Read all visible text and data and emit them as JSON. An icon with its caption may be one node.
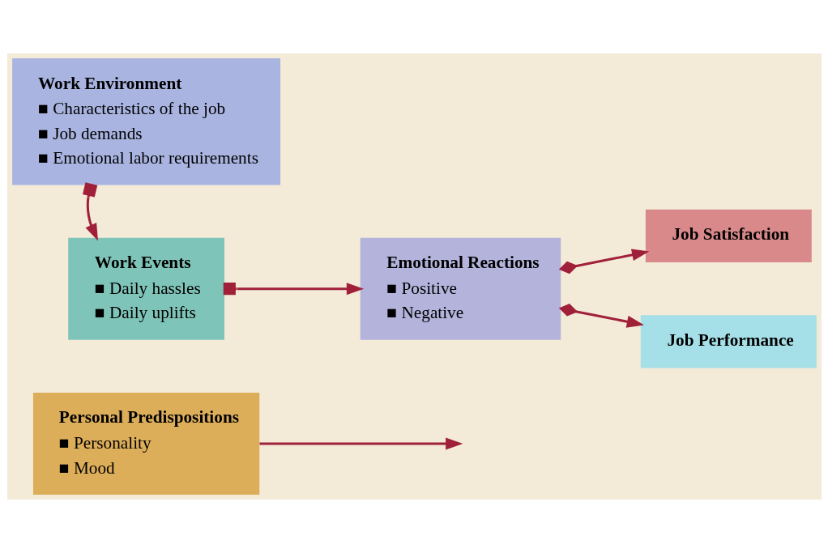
{
  "diagram": {
    "nodes": [
      {
        "text": [
          "Work Environment",
          "■ Characteristics of the job",
          "■ Job demands",
          "■ Emotional labor requirements"
        ]
      },
      {
        "text": [
          "Work Events",
          "■ Daily hassles",
          "■ Daily uplifts"
        ]
      },
      {
        "text": [
          "Emotional Reactions",
          "■ Positive",
          "■ Negative"
        ]
      },
      {
        "text": [
          "Personal Predispositions",
          "■ Personality",
          "■ Mood"
        ]
      },
      {
        "text": [
          "Job Satisfaction"
        ]
      },
      {
        "text": [
          "Job Performance"
        ]
      }
    ],
    "edges": [
      {
        "from": 0,
        "to": 1,
        "arrow": "to"
      },
      {
        "from": 1,
        "to": 2,
        "arrow": "to"
      },
      {
        "from": 3,
        "to": null,
        "arrow": "to"
      },
      {
        "from": 2,
        "to": 4,
        "arrow": "to"
      },
      {
        "from": 2,
        "to": 5,
        "arrow": "to"
      }
    ]
  }
}
